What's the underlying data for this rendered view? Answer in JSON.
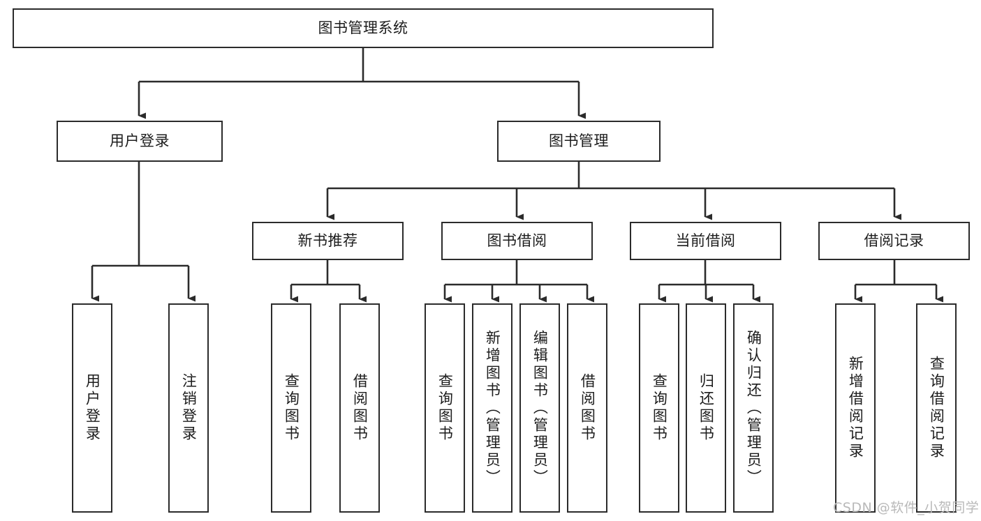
{
  "diagram": {
    "title": "图书管理系统",
    "type": "tree",
    "watermark": "CSDN @软件_小贺同学",
    "colors": {
      "background": "#ffffff",
      "box_border": "#2b2b2b",
      "box_fill": "#ffffff",
      "connector": "#2b2b2b",
      "text": "#1c1c1c",
      "watermark": "#b9b9b9"
    },
    "root": {
      "id": "root",
      "label": "图书管理系统"
    },
    "level2": [
      {
        "id": "user-login",
        "label": "用户登录"
      },
      {
        "id": "book-manage",
        "label": "图书管理"
      }
    ],
    "level3": [
      {
        "id": "new-book-rec",
        "label": "新书推荐",
        "parent": "book-manage"
      },
      {
        "id": "book-borrow",
        "label": "图书借阅",
        "parent": "book-manage"
      },
      {
        "id": "current-borrow",
        "label": "当前借阅",
        "parent": "book-manage"
      },
      {
        "id": "borrow-record",
        "label": "借阅记录",
        "parent": "book-manage"
      }
    ],
    "leaves": [
      {
        "id": "leaf-user-login",
        "label": "用户登录",
        "parent": "user-login"
      },
      {
        "id": "leaf-user-logout",
        "label": "注销登录",
        "parent": "user-login"
      },
      {
        "id": "leaf-query-book-1",
        "label": "查询图书",
        "parent": "new-book-rec"
      },
      {
        "id": "leaf-borrow-book-1",
        "label": "借阅图书",
        "parent": "new-book-rec"
      },
      {
        "id": "leaf-query-book-2",
        "label": "查询图书",
        "parent": "book-borrow"
      },
      {
        "id": "leaf-add-book",
        "label": "新增图书（管理员）",
        "parent": "book-borrow"
      },
      {
        "id": "leaf-edit-book",
        "label": "编辑图书（管理员）",
        "parent": "book-borrow"
      },
      {
        "id": "leaf-borrow-book-2",
        "label": "借阅图书",
        "parent": "book-borrow"
      },
      {
        "id": "leaf-query-book-3",
        "label": "查询图书",
        "parent": "current-borrow"
      },
      {
        "id": "leaf-return-book",
        "label": "归还图书",
        "parent": "current-borrow"
      },
      {
        "id": "leaf-confirm-return",
        "label": "确认归还（管理员）",
        "parent": "current-borrow"
      },
      {
        "id": "leaf-add-record",
        "label": "新增借阅记录",
        "parent": "borrow-record"
      },
      {
        "id": "leaf-query-record",
        "label": "查询借阅记录",
        "parent": "borrow-record"
      }
    ]
  }
}
